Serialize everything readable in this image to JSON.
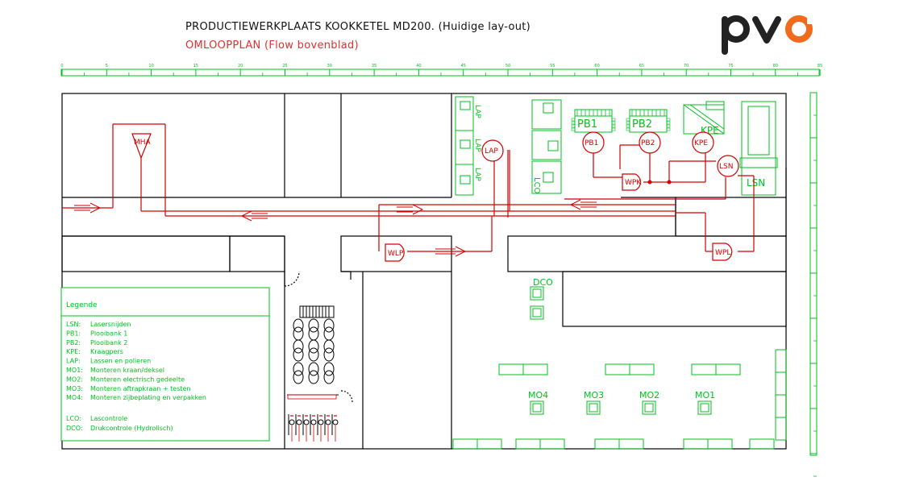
{
  "header": {
    "title": "PRODUCTIEWERKPLAATS KOOKKETEL MD200. (Huidige lay-out)",
    "subtitle": "OMLOOPPLAN (Flow bovenblad)",
    "logo_text": "pvo"
  },
  "ruler": {
    "ticks": [
      "0",
      "5",
      "10",
      "15",
      "20",
      "25",
      "30",
      "35",
      "40",
      "45",
      "50",
      "55",
      "60",
      "65",
      "70",
      "75",
      "80",
      "85"
    ]
  },
  "stations": {
    "mha": "MHA",
    "lap": "LAP",
    "wlp": "WLP",
    "wpk": "WPK",
    "pb1": "PB1",
    "pb2": "PB2",
    "kpe": "KPE",
    "lsn": "LSN",
    "wpl": "WPL",
    "dco": "DCO",
    "mo1": "MO1",
    "mo2": "MO2",
    "mo3": "MO3",
    "mo4": "MO4",
    "lco": "LCO",
    "lap_machine": "LAP"
  },
  "legend": {
    "title": "Legende",
    "items": [
      {
        "code": "LSN:",
        "desc": "Lasersnijden"
      },
      {
        "code": "PB1:",
        "desc": "Plooibank 1"
      },
      {
        "code": "PB2:",
        "desc": "Plooibank 2"
      },
      {
        "code": "KPE:",
        "desc": "Kraagpers"
      },
      {
        "code": "LAP:",
        "desc": "Lassen en polieren"
      },
      {
        "code": "MO1:",
        "desc": "Monteren kraan/deksel"
      },
      {
        "code": "MO2:",
        "desc": "Monteren electrisch gedeelte"
      },
      {
        "code": "MO3:",
        "desc": "Monteren aftrapkraan + testen"
      },
      {
        "code": "MO4:",
        "desc": "Monteren zijbeplating en verpakken"
      }
    ],
    "items2": [
      {
        "code": "LCO:",
        "desc": "Lascontrole"
      },
      {
        "code": "DCO:",
        "desc": "Drukcontrole (Hydrolisch)"
      }
    ]
  },
  "colors": {
    "wall": "#000000",
    "equipment": "#00c020",
    "flow": "#d00000",
    "logo_dark": "#222222",
    "logo_accent": "#f26a1b"
  }
}
